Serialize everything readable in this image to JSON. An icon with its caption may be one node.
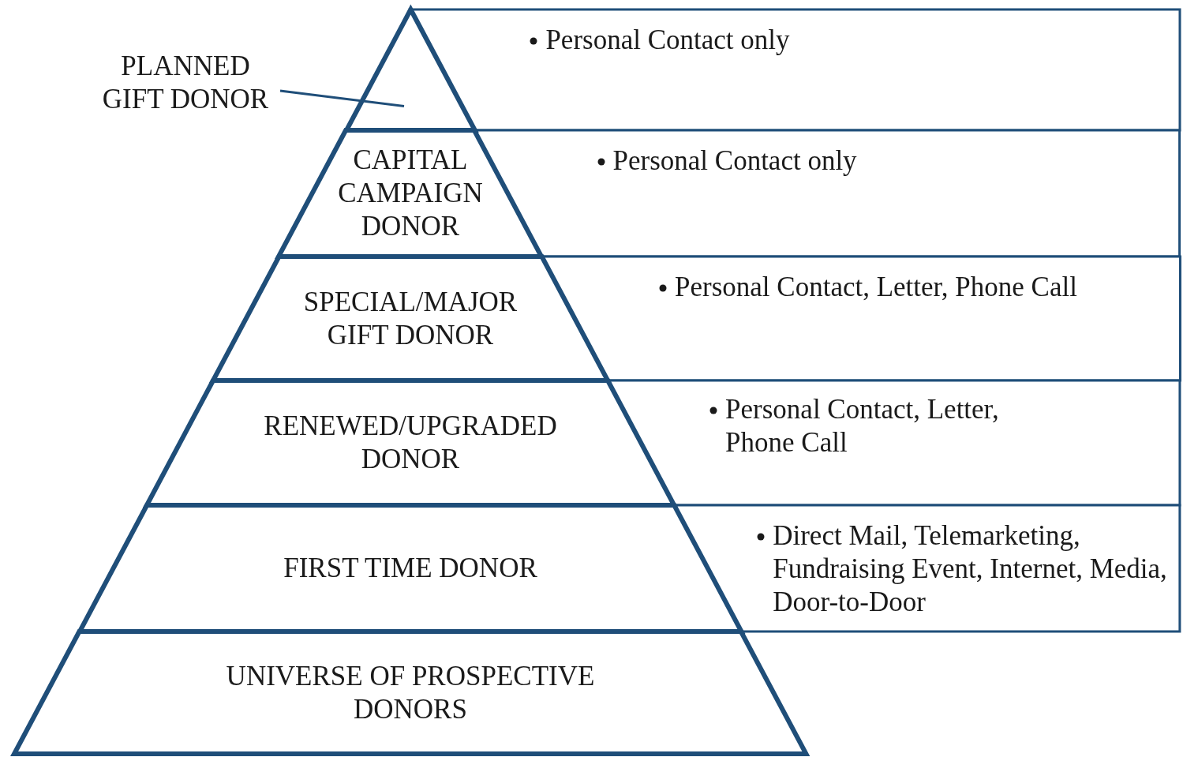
{
  "diagram": {
    "nodes": [
      {
        "text": [
          "PLANNED GIFT DONOR"
        ]
      },
      {
        "text": [],
        "shape": "triangle"
      },
      {
        "text": [
          "Personal Contact only"
        ]
      },
      {
        "text": [
          "CAPITAL CAMPAIGN DONOR"
        ]
      },
      {
        "text": [
          "Personal Contact only"
        ]
      },
      {
        "text": [
          "SPECIAL/MAJOR GIFT DONOR"
        ]
      },
      {
        "text": [
          "Personal Contact, Letter, Phone Call"
        ]
      },
      {
        "text": [
          "RENEWED/UPGRADED DONOR"
        ]
      },
      {
        "text": [
          "Personal Contact, Letter, Phone Call"
        ]
      },
      {
        "text": [
          "FIRST TIME DONOR"
        ]
      },
      {
        "text": [
          "Direct Mail, Telemarketing, Fundraising Event, Internet, Media, Door-to-Door"
        ]
      },
      {
        "text": [
          "UNIVERSE OF PROSPECTIVE DONORS"
        ]
      }
    ],
    "edges": [
      {
        "from": 0,
        "to": 1,
        "arrow": "none"
      }
    ]
  }
}
